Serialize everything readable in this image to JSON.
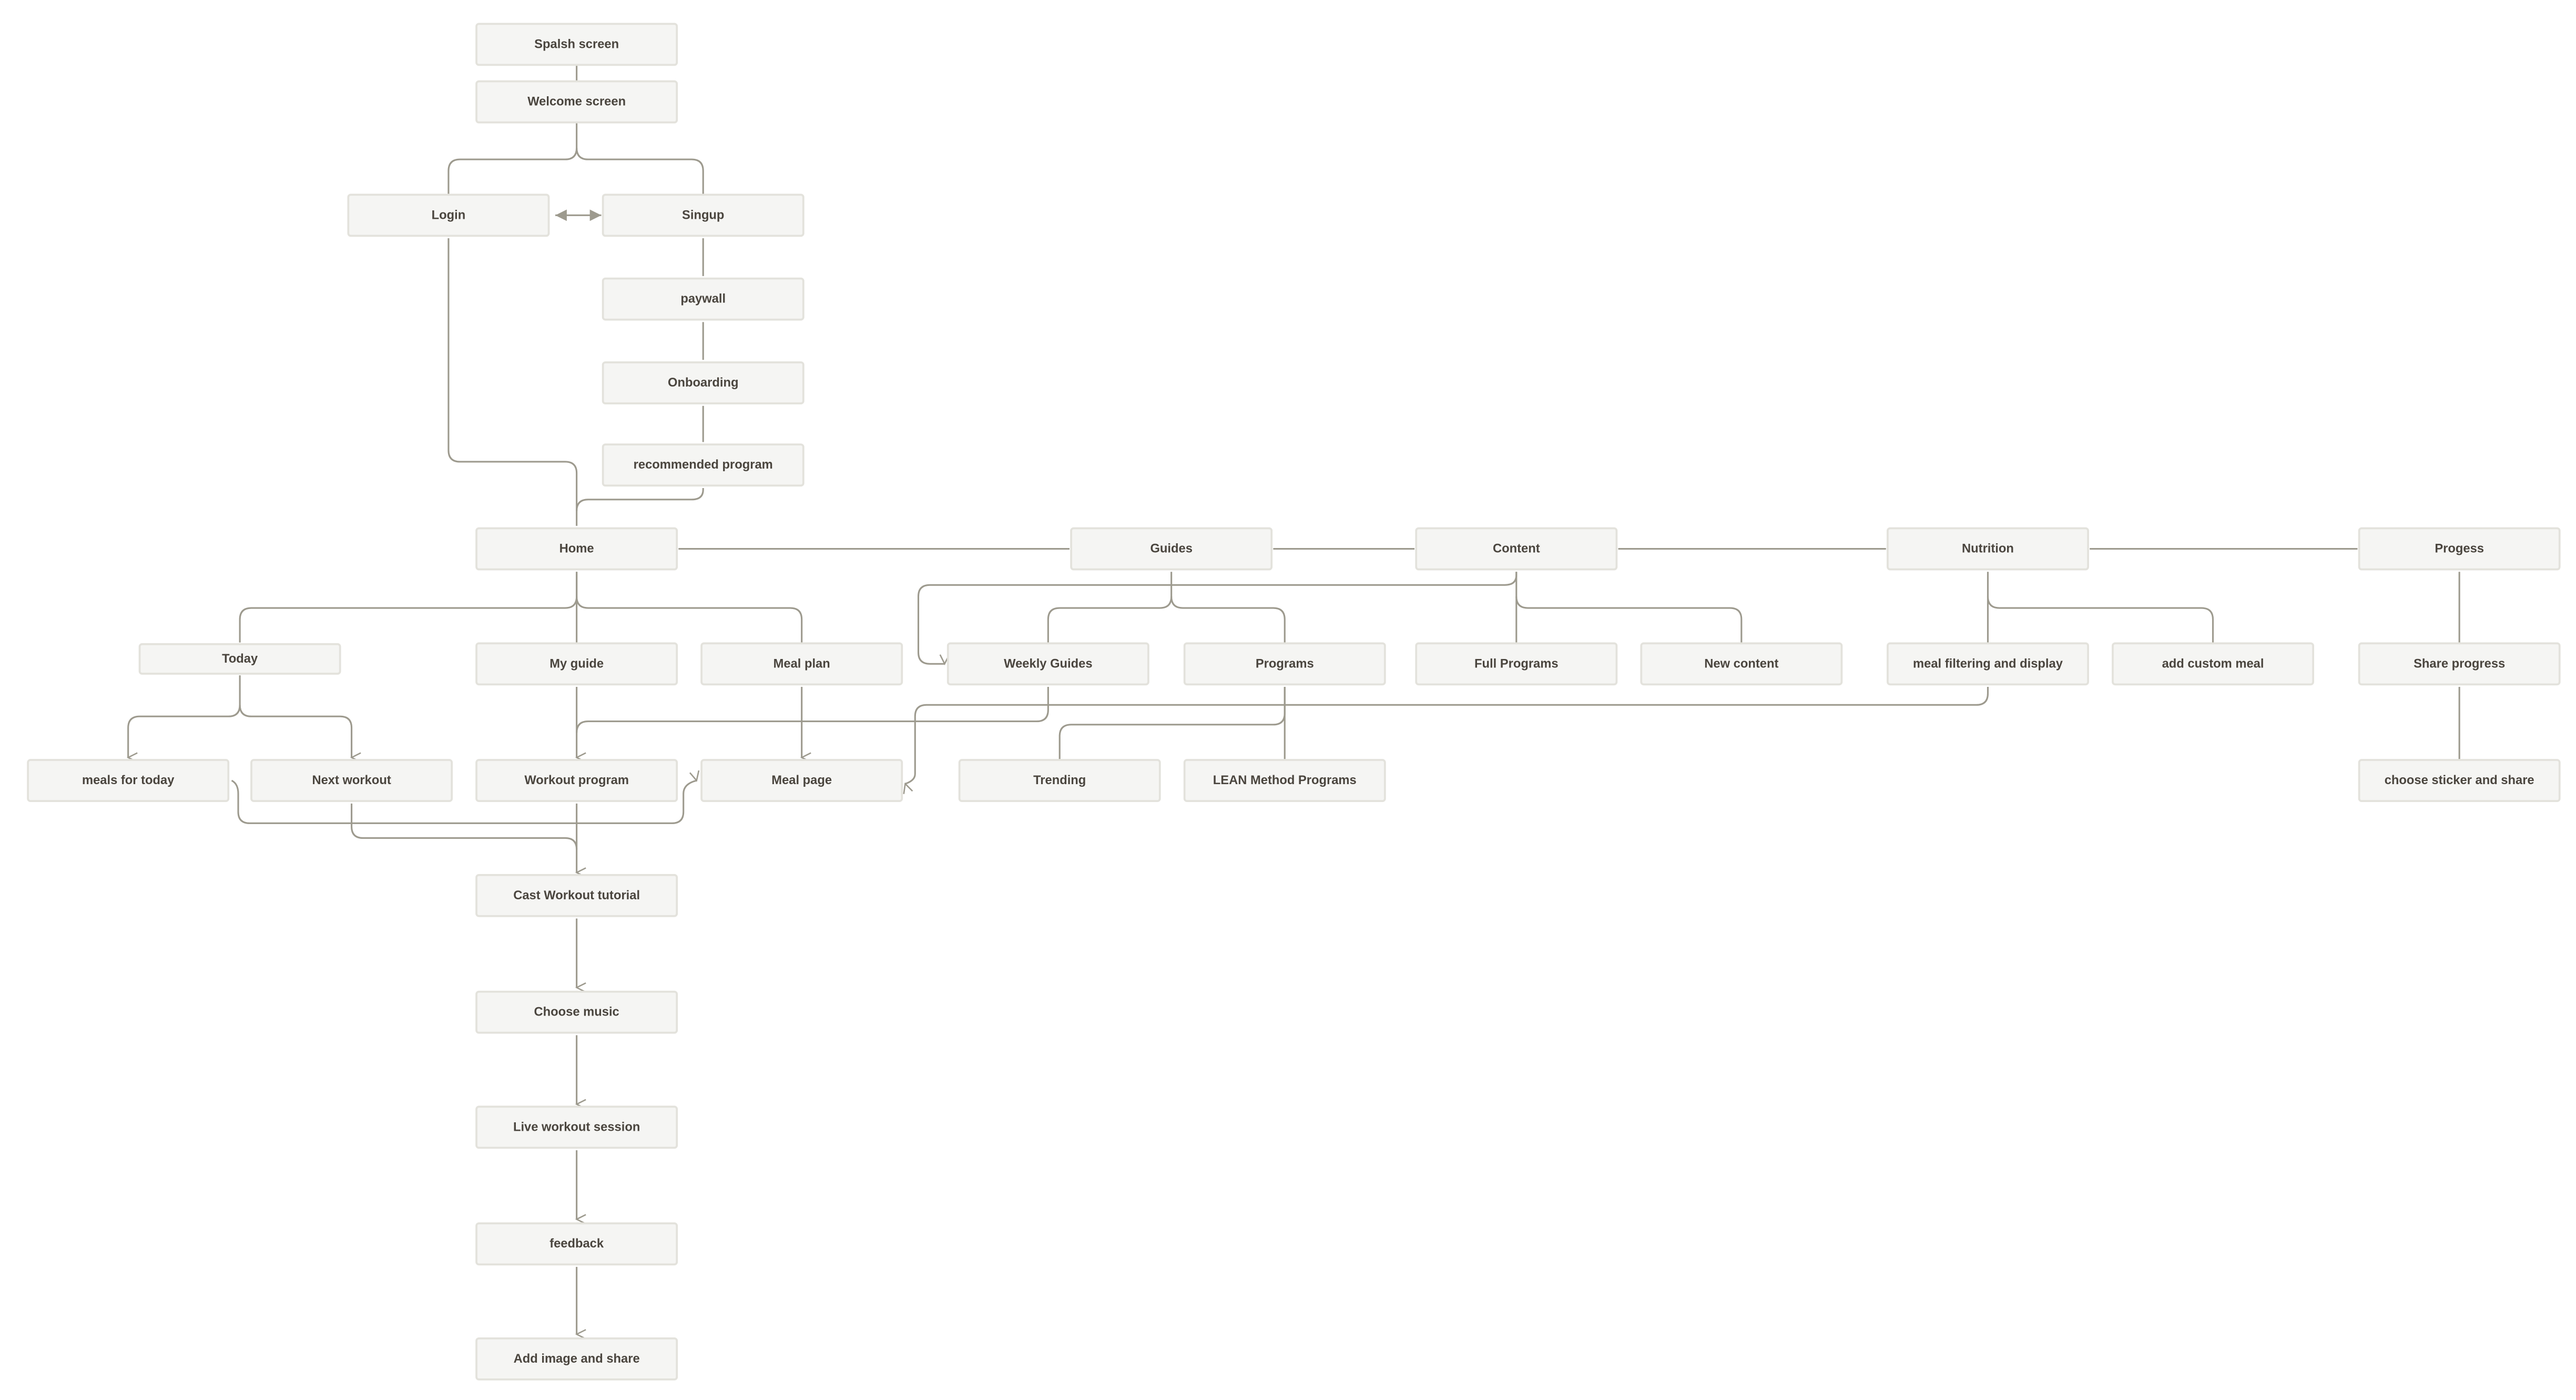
{
  "diagram": {
    "nodes": {
      "splash": "Spalsh screen",
      "welcome": "Welcome screen",
      "login": "Login",
      "signup": "Singup",
      "paywall": "paywall",
      "onboarding": "Onboarding",
      "recommended": "recommended program",
      "home": "Home",
      "guides": "Guides",
      "content": "Content",
      "nutrition": "Nutrition",
      "progress": "Progess",
      "today": "Today",
      "myguide": "My guide",
      "mealplan": "Meal plan",
      "weekly": "Weekly Guides",
      "programs": "Programs",
      "fullprograms": "Full Programs",
      "newcontent": "New content",
      "mealfilter": "meal filtering and display",
      "addcustom": "add custom meal",
      "shareprogress": "Share progress",
      "mealstoday": "meals for today",
      "nextworkout": "Next workout",
      "workoutprogram": "Workout program",
      "mealpage": "Meal page",
      "trending": "Trending",
      "lean": "LEAN Method Programs",
      "sticker": "choose sticker and share",
      "cast": "Cast Workout tutorial",
      "music": "Choose music",
      "live": "Live workout session",
      "feedback": "feedback",
      "addimage": "Add image and share"
    },
    "colors": {
      "line": "#9d9a8e",
      "node_fill": "#f5f5f3",
      "node_border": "#e3e2dc",
      "text": "#4a453e"
    }
  }
}
